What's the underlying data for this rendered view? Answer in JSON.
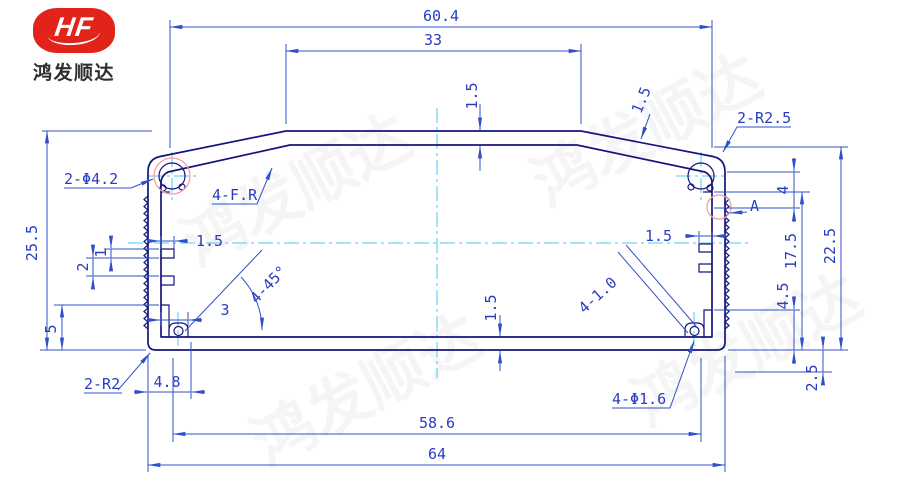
{
  "logo": {
    "brand": "HF",
    "company": "鸿发顺达",
    "watermark": "鸿发顺达"
  },
  "dims": {
    "w_top": "60.4",
    "w_top_face": "33",
    "t_top_wall": "1.5",
    "t_slope_wall": "1.5",
    "r_top_corners": "2-R2.5",
    "holes_top": "2-Φ4.2",
    "fillets": "4-F.R",
    "detail_a": "A",
    "h_total": "25.5",
    "rib_left_w": "1.5",
    "rib_gap_2": "2",
    "rib_w_1": "1",
    "boss_offset_3": "3",
    "chamfers_45": "4-45°",
    "step_h_5": "5",
    "t_bottom_wall": "1.5",
    "rib_right_w": "1.5",
    "slots_right": "4-1.0",
    "h_inner_17_5": "17.5",
    "h_inner_22_5": "22.5",
    "boss_h_4": "4",
    "step_h_4_5": "4.5",
    "offset_2_5": "2.5",
    "r_bottom_corners": "2-R2",
    "boss_offset_4_8": "4.8",
    "holes_bottom": "4-Φ1.6",
    "w_bottom_inner": "58.6",
    "w_total": "64"
  },
  "colors": {
    "profile": "#15157d",
    "dimension": "#3050c8",
    "centerline": "#4cc8f0",
    "highlight": "#f2a2a2",
    "brand_red": "#e2231a"
  }
}
